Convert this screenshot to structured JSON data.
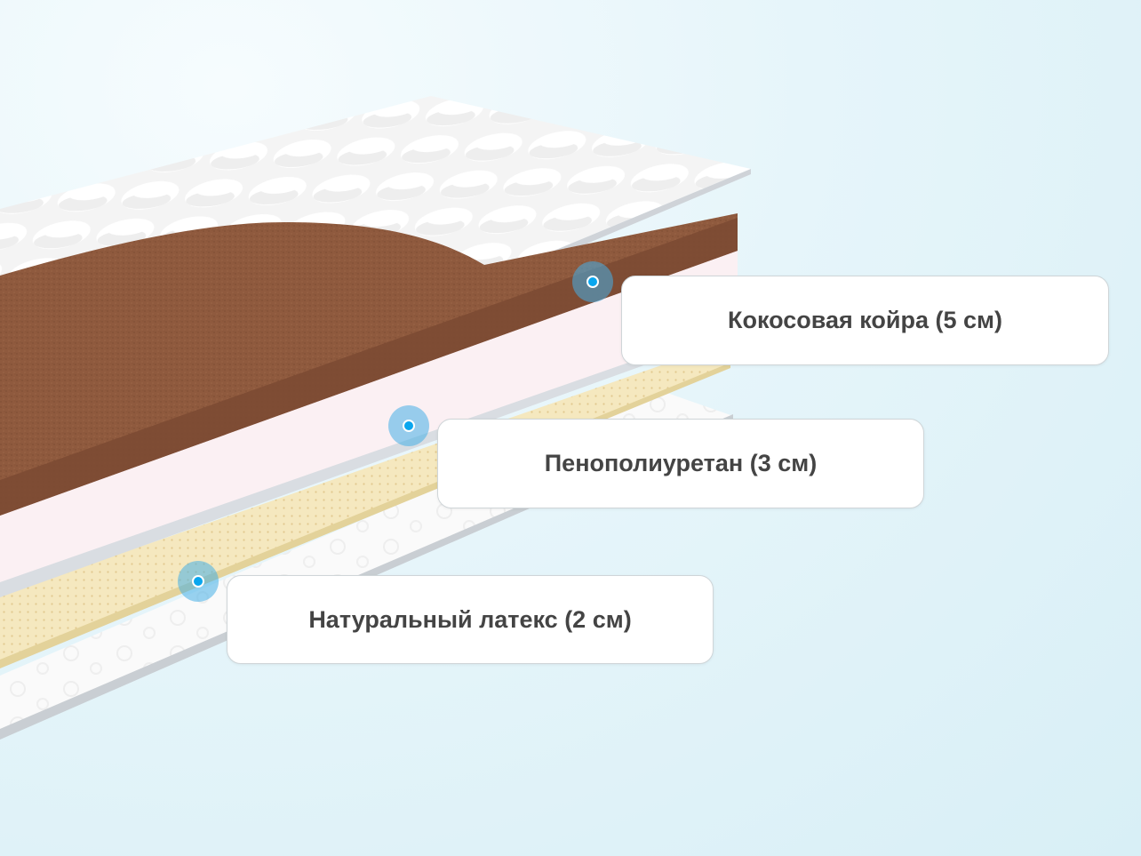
{
  "layers": [
    {
      "id": "coir",
      "label": "Кокосовая койра (5 см)"
    },
    {
      "id": "ppu",
      "label": "Пенополиуретан (3 см)"
    },
    {
      "id": "latex",
      "label": "Натуральный латекс (2 см)"
    }
  ],
  "colors": {
    "coir": "#8f5a3e",
    "foam": "#fbeff2",
    "latex": "#f4e7bd",
    "cover": "#ffffff",
    "marker": "#0aa6ee",
    "label_text": "#444444"
  },
  "icons": {
    "marker": "location-dot-icon"
  }
}
